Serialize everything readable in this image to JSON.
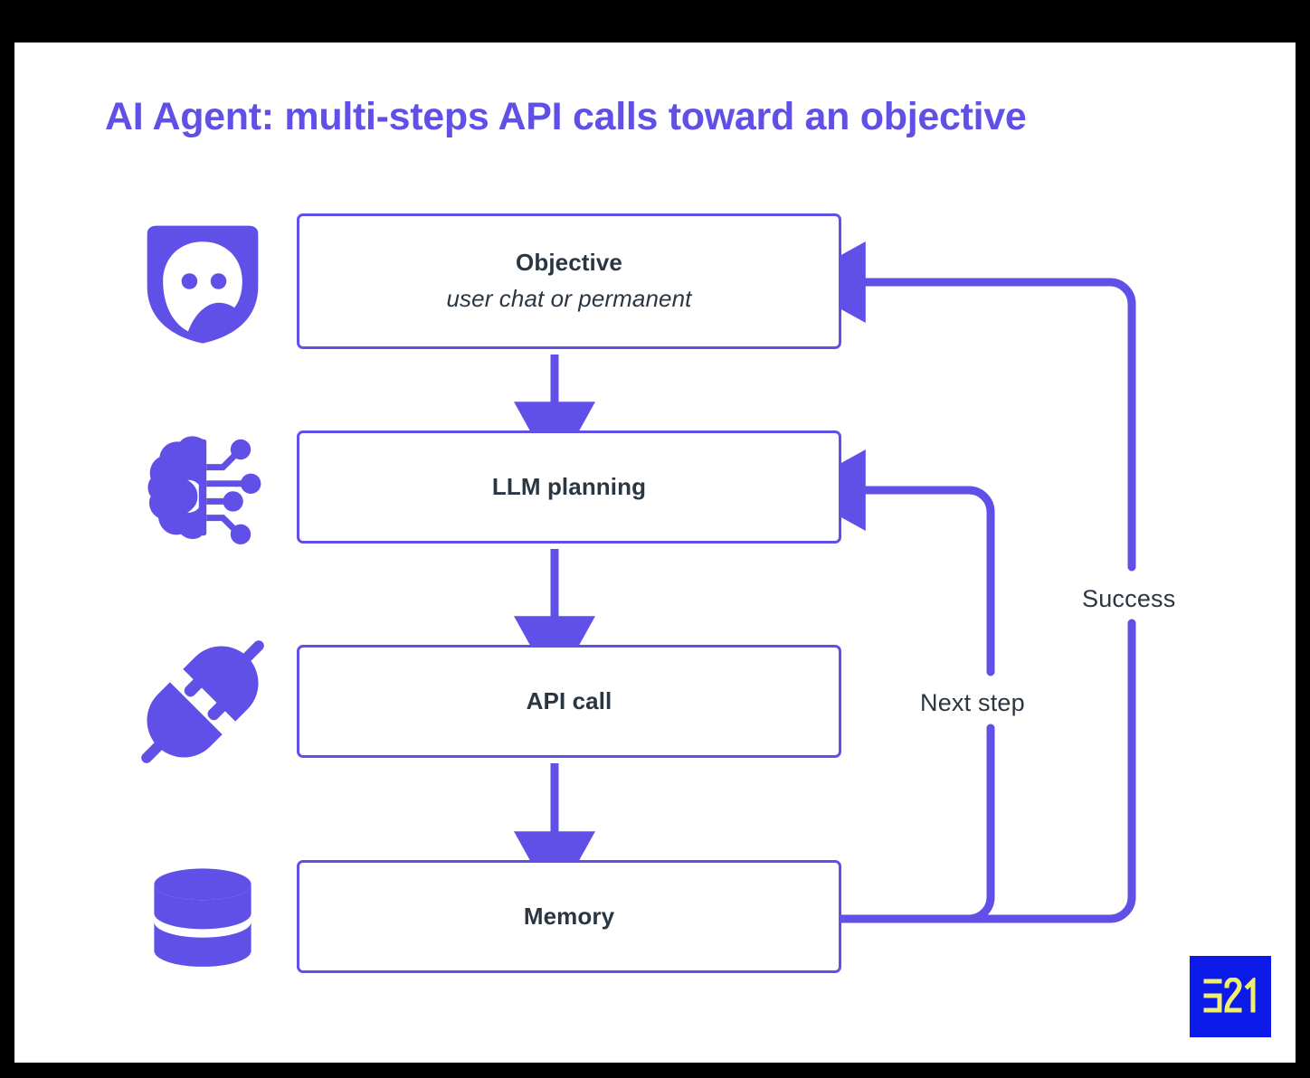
{
  "slide": {
    "title": "AI Agent: multi-steps API calls toward an objective",
    "background": "#ffffff",
    "canvas_background": "#000000",
    "accent_color": "#6050e8",
    "text_color": "#2a3642"
  },
  "nodes": [
    {
      "id": "objective",
      "title": "Objective",
      "subtitle": "user chat or permanent",
      "icon": "chat-avatar-icon"
    },
    {
      "id": "llm-planning",
      "title": "LLM planning",
      "subtitle": "",
      "icon": "brain-circuit-icon"
    },
    {
      "id": "api-call",
      "title": "API call",
      "subtitle": "",
      "icon": "plug-connector-icon"
    },
    {
      "id": "memory",
      "title": "Memory",
      "subtitle": "",
      "icon": "database-icon"
    }
  ],
  "flow_labels": {
    "success": "Success",
    "next_step": "Next step"
  },
  "logo": {
    "text": "321",
    "background": "#0b1ae8",
    "foreground": "#f0ee6e"
  }
}
